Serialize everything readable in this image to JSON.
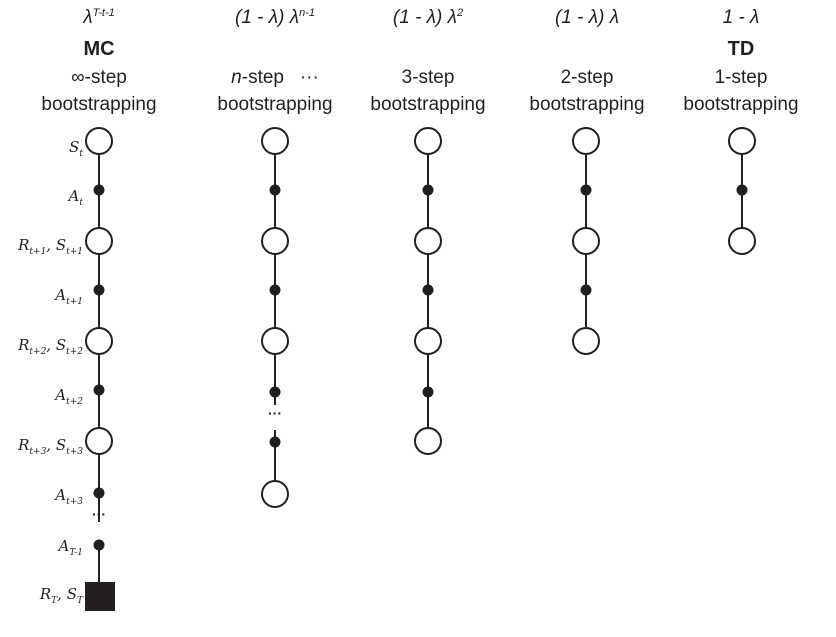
{
  "columns": [
    {
      "weight_base": "λ",
      "weight_sup": "T-t-1",
      "method": "MC",
      "steps_prefix": "",
      "steps_text": "∞-step",
      "extra": "",
      "bootstrapping": "bootstrapping"
    },
    {
      "weight_base": "(1 - λ) λ",
      "weight_sup": "n-1",
      "method": "",
      "steps_prefix": "n",
      "steps_text": "-step",
      "extra": "···",
      "bootstrapping": "bootstrapping"
    },
    {
      "weight_base": "(1 - λ) λ",
      "weight_sup": "2",
      "method": "",
      "steps_prefix": "",
      "steps_text": "3-step",
      "extra": "",
      "bootstrapping": "bootstrapping"
    },
    {
      "weight_base": "(1 - λ) λ",
      "weight_sup": "",
      "method": "",
      "steps_prefix": "",
      "steps_text": "2-step",
      "extra": "",
      "bootstrapping": "bootstrapping"
    },
    {
      "weight_base": "1 - λ",
      "weight_sup": "",
      "method": "TD",
      "steps_prefix": "",
      "steps_text": "1-step",
      "extra": "",
      "bootstrapping": "bootstrapping"
    }
  ],
  "mc_labels": [
    {
      "a": "S",
      "a_sub": "t",
      "b": "",
      "b_sub": ""
    },
    {
      "a": "A",
      "a_sub": "t",
      "b": "",
      "b_sub": ""
    },
    {
      "a": "R",
      "a_sub": "t+1",
      "b": ", S",
      "b_sub": "t+1"
    },
    {
      "a": "A",
      "a_sub": "t+1",
      "b": "",
      "b_sub": ""
    },
    {
      "a": "R",
      "a_sub": "t+2",
      "b": ", S",
      "b_sub": "t+2"
    },
    {
      "a": "A",
      "a_sub": "t+2",
      "b": "",
      "b_sub": ""
    },
    {
      "a": "R",
      "a_sub": "t+3",
      "b": ", S",
      "b_sub": "t+3"
    },
    {
      "a": "A",
      "a_sub": "t+3",
      "b": "",
      "b_sub": ""
    },
    {
      "a": "A",
      "a_sub": "T-1",
      "b": "",
      "b_sub": ""
    },
    {
      "a": "R",
      "a_sub": "T",
      "b": ", S",
      "b_sub": "T"
    }
  ],
  "ellipsis": "···",
  "colors": {
    "stroke": "#231f20",
    "fill": "#ffffff"
  }
}
